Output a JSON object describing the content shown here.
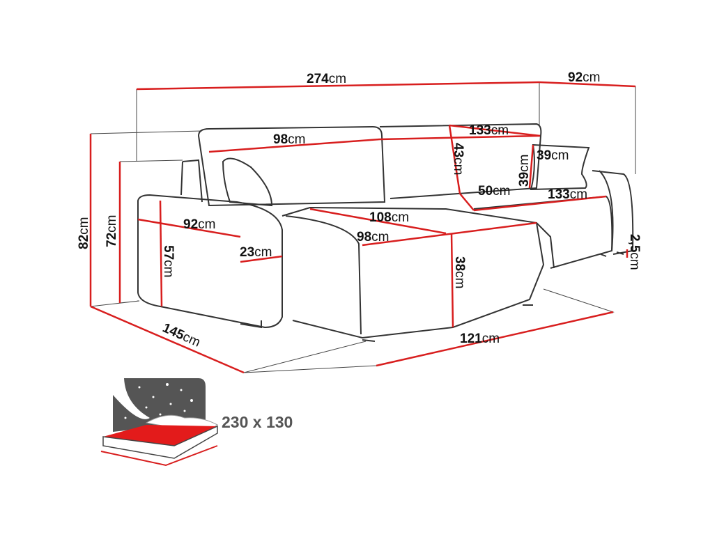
{
  "unit": "cm",
  "dimensions": {
    "total_width": "274",
    "chaise_depth_top": "92",
    "back_width": "98",
    "chaise_back_width": "133",
    "chaise_back_height": "43",
    "pillow_height": "39",
    "pillow_width": "39",
    "chaise_armrest_depth": "50",
    "chaise_length": "133",
    "seat_width_back": "108",
    "seat_width_front": "98",
    "armrest_depth": "92",
    "armrest_width": "23",
    "armrest_height": "57",
    "seat_height": "38",
    "height_72": "72",
    "height_82": "82",
    "depth": "145",
    "chaise_width": "121",
    "leg_height": "2,5"
  },
  "bed": {
    "size_label": "230 x 130"
  },
  "colors": {
    "dimension_line": "#d81e1e",
    "bed_mattress": "#e31b1b",
    "bed_headboard": "#555555"
  }
}
